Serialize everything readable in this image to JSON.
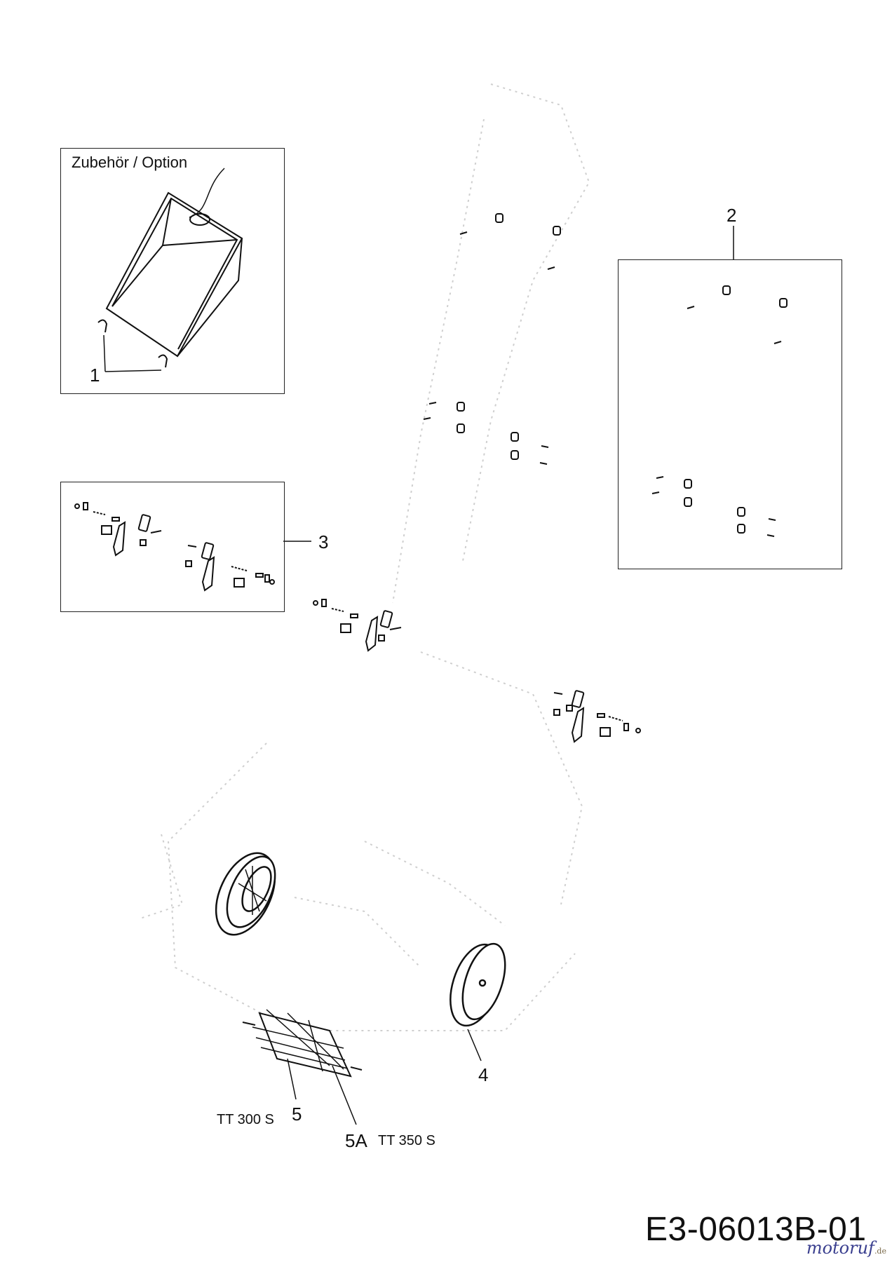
{
  "option_box": {
    "title": "Zubehör / Option"
  },
  "callouts": {
    "c1": "1",
    "c2": "2",
    "c3": "3",
    "c4": "4",
    "c5": "5",
    "c5a": "5A"
  },
  "models": {
    "tt300": "TT 300 S",
    "tt350": "TT 350 S"
  },
  "drawing_id": "E3-06013B-01",
  "watermark": {
    "brand": "motoruf",
    "tld": ".de",
    "brand_color": "#3a3f8f",
    "accent_color": "#c87f2a"
  }
}
